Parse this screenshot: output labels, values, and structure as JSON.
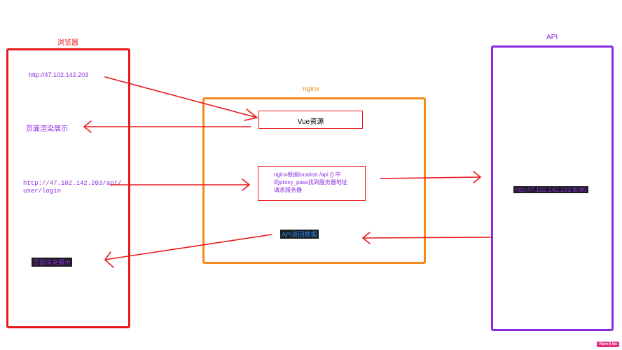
{
  "colors": {
    "browser": "#e8191c",
    "nginx": "#f5891e",
    "api": "#8a2be2",
    "arrow": "#e8191c",
    "label_text": "#8a2be2",
    "highlight_text": "#2a8cff"
  },
  "browser": {
    "title": "浏览器",
    "url_1": "http://47.102.142.203",
    "render_1": "页面渲染展示",
    "url_2": "http://47.102.142.203/api/\nuser/login",
    "render_2": "页面渲染展示"
  },
  "nginx": {
    "title": "nginx",
    "vue_resource": "Vue资源",
    "proxy_note": "nginx根据location /api {} 中\n的proxy_pass找到服务器地址\n请求服务器",
    "api_return": "API返回数据"
  },
  "api": {
    "title": "API",
    "address": "http:47.102.142.203:8080"
  },
  "watermark": "Paint X lite"
}
